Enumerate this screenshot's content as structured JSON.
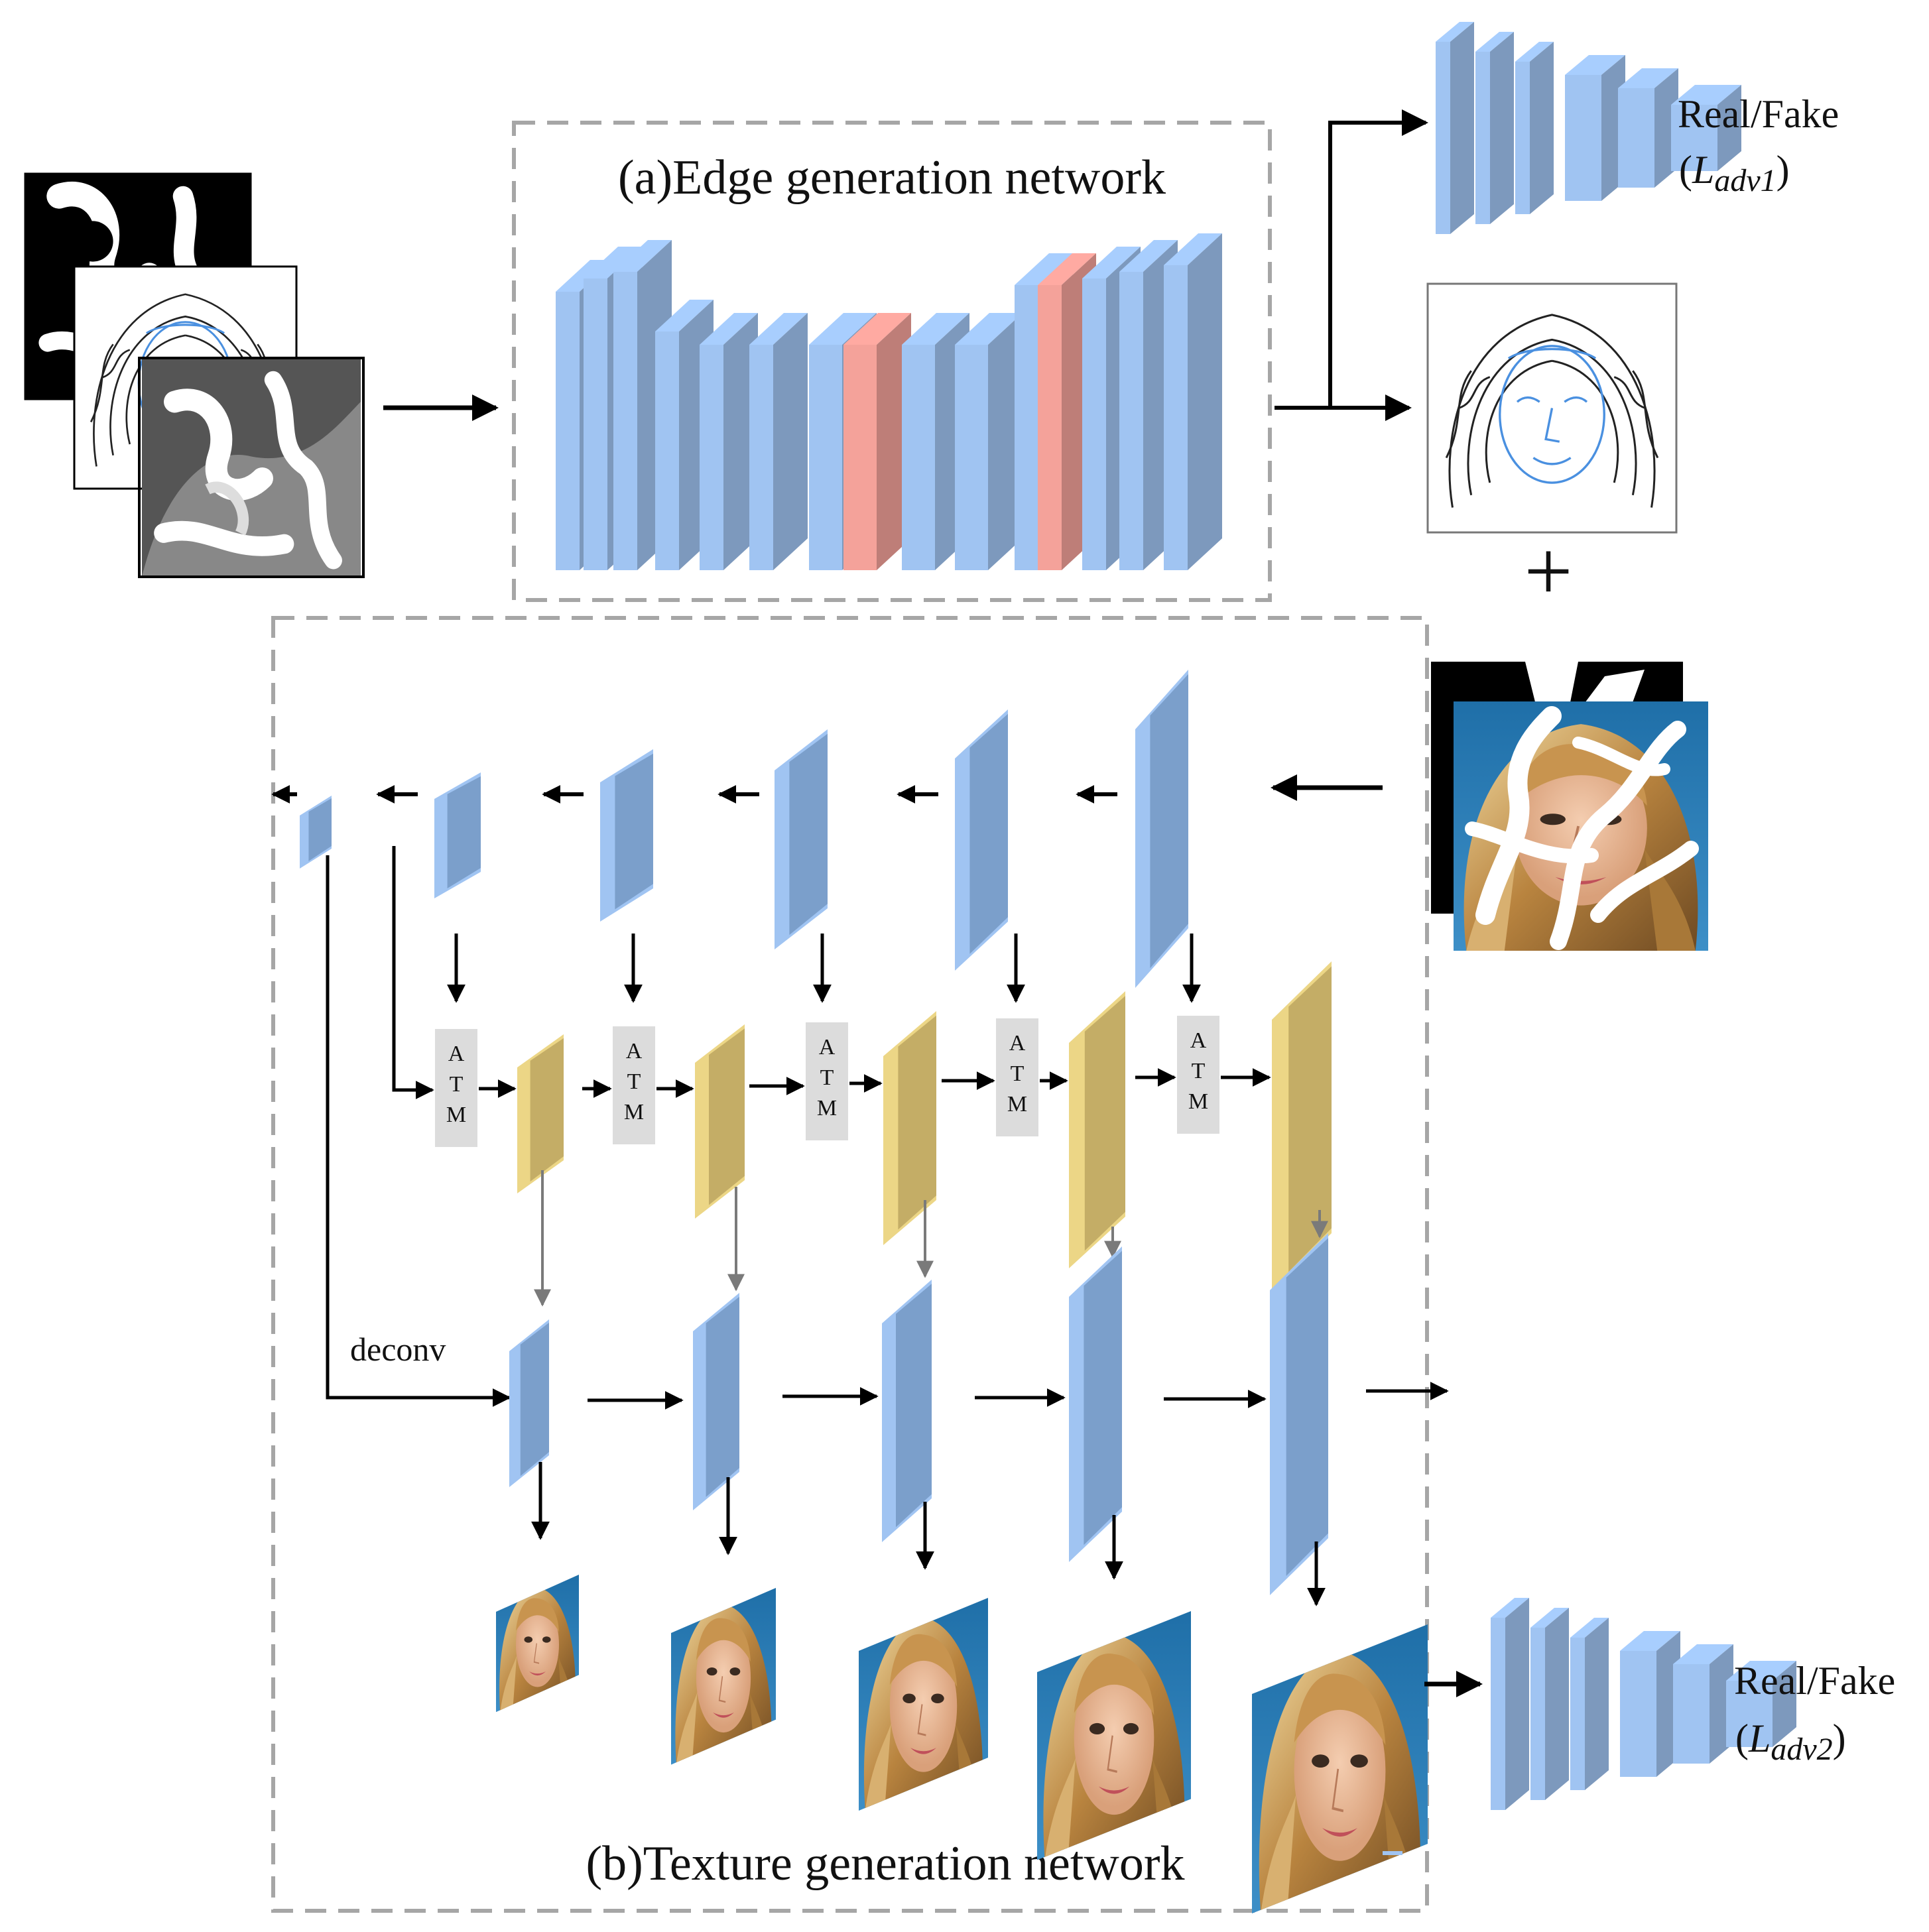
{
  "edge_network": {
    "title": "(a)Edge generation network"
  },
  "texture_network": {
    "title": "(b)Texture generation network",
    "deconv_label": "deconv",
    "atm_letters": [
      "A",
      "T",
      "M"
    ]
  },
  "discriminator_1": {
    "output_label": "Real/Fake",
    "loss_base": "L",
    "loss_sub": "adv1"
  },
  "discriminator_2": {
    "output_label": "Real/Fake",
    "loss_base": "L",
    "loss_sub": "adv2"
  },
  "plus_sign": "+",
  "colors": {
    "layer_blue": "#a0c4f2",
    "layer_blue_side": "#7b9fcb",
    "attention_red": "#f4a29a",
    "fusion_yellow": "#ecd686",
    "fusion_yellow_side": "#c4ad66",
    "atm_gray": "#dcdcdc",
    "dashed_border": "#a6a6a6"
  }
}
